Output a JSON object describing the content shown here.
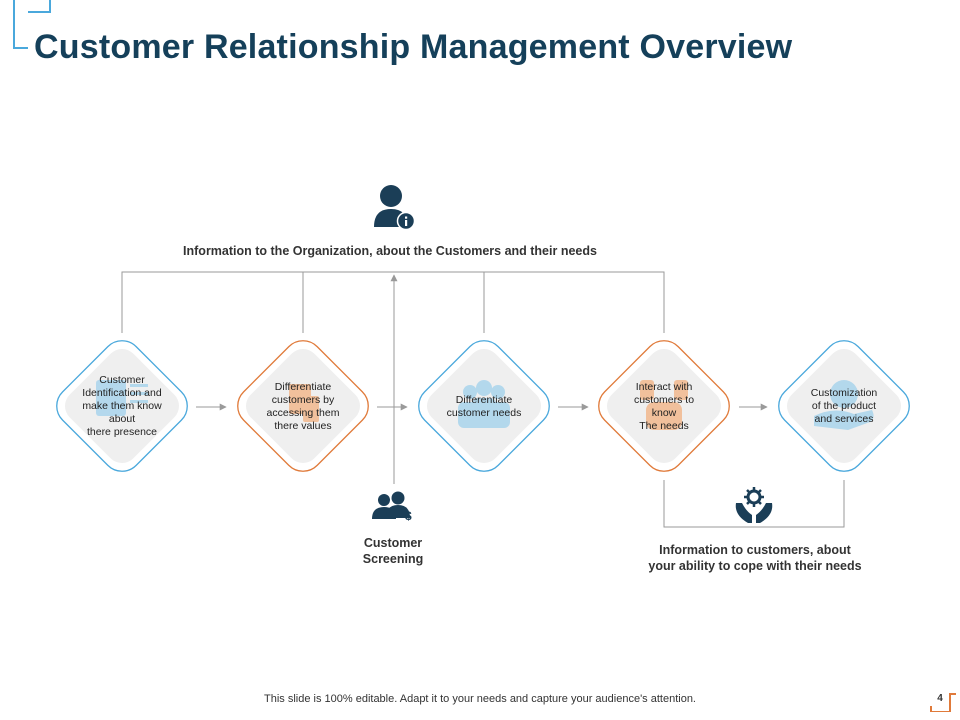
{
  "slide": {
    "title": "Customer Relationship Management Overview",
    "footer": "This slide is 100% editable. Adapt it to your needs and capture your audience's attention.",
    "page_number": "4"
  },
  "diagram": {
    "top_info": "Information to the Organization, about the Customers  and their needs",
    "screening": "Customer\nScreening",
    "bottom_info": "Information to customers,  about\nyour ability to cope with their needs",
    "nodes": [
      {
        "text": "Customer\nIdentification and\nmake them know\nabout\nthere presence",
        "border": "blue",
        "icon": "checklist-icon"
      },
      {
        "text": "Differentiate\ncustomers by\naccessing them\nthere values",
        "border": "orange",
        "icon": "document-icon"
      },
      {
        "text": "Differentiate\ncustomer needs",
        "border": "blue",
        "icon": "people-group-icon"
      },
      {
        "text": "Interact with\ncustomers to\nknow\nThe needs",
        "border": "orange",
        "icon": "handshake-icon"
      },
      {
        "text": "Customization\nof the product\nand services",
        "border": "blue",
        "icon": "gear-hand-icon"
      }
    ]
  },
  "colors": {
    "title": "#15405a",
    "accent_blue": "#4aa8dc",
    "accent_orange": "#e07a3a",
    "icon_dark": "#1b3e57",
    "connector": "#9a9a9a"
  }
}
